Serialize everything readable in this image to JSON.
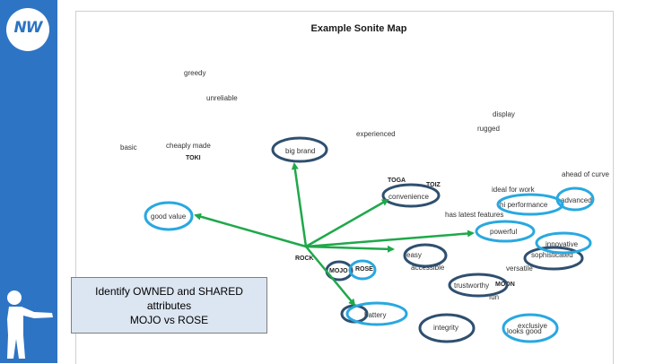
{
  "logo": {
    "text": "NW"
  },
  "map": {
    "title": "Example Sonite Map",
    "attributes": [
      {
        "id": "greedy",
        "label": "greedy"
      },
      {
        "id": "unreliable",
        "label": "unreliable"
      },
      {
        "id": "display",
        "label": "display"
      },
      {
        "id": "rugged",
        "label": "rugged"
      },
      {
        "id": "experienced",
        "label": "experienced"
      },
      {
        "id": "basic",
        "label": "basic"
      },
      {
        "id": "cheaply-made",
        "label": "cheaply made"
      },
      {
        "id": "big-brand",
        "label": "big brand"
      },
      {
        "id": "ahead-of-curve",
        "label": "ahead of curve"
      },
      {
        "id": "ideal-for-work",
        "label": "ideal  for work"
      },
      {
        "id": "convenience",
        "label": "convenience"
      },
      {
        "id": "advanced",
        "label": "advanced"
      },
      {
        "id": "hi-performance",
        "label": "hi performance"
      },
      {
        "id": "good-value",
        "label": "good value"
      },
      {
        "id": "has-latest-features",
        "label": "has latest features"
      },
      {
        "id": "powerful",
        "label": "powerful"
      },
      {
        "id": "innovative",
        "label": "innovative"
      },
      {
        "id": "sophisticated",
        "label": "sophisticated"
      },
      {
        "id": "easy",
        "label": "easy"
      },
      {
        "id": "accessible",
        "label": "accessible"
      },
      {
        "id": "versatile",
        "label": "versatile"
      },
      {
        "id": "trustworthy",
        "label": "trustworthy"
      },
      {
        "id": "fun",
        "label": "fun"
      },
      {
        "id": "battery",
        "label": "battery"
      },
      {
        "id": "integrity",
        "label": "integrity"
      },
      {
        "id": "exclusive",
        "label": "exclusive"
      },
      {
        "id": "looks-good",
        "label": "looks good"
      }
    ],
    "brands": [
      {
        "id": "toki",
        "label": "TOKI"
      },
      {
        "id": "toga",
        "label": "TOGA"
      },
      {
        "id": "toiz",
        "label": "TOIZ"
      },
      {
        "id": "rock",
        "label": "ROCK"
      },
      {
        "id": "mojo",
        "label": "MOJO"
      },
      {
        "id": "rose",
        "label": "ROSE"
      },
      {
        "id": "moon",
        "label": "MOON"
      }
    ]
  },
  "callout": {
    "line1": "Identify OWNED and SHARED",
    "line2": "attributes",
    "line3": "MOJO vs ROSE"
  },
  "colors": {
    "sidebar": "#2e74c4",
    "arrow": "#1fa84a",
    "ring_light": "#29a8e0",
    "ring_dark": "#2f4f6f",
    "callout_bg": "#dce6f2"
  }
}
